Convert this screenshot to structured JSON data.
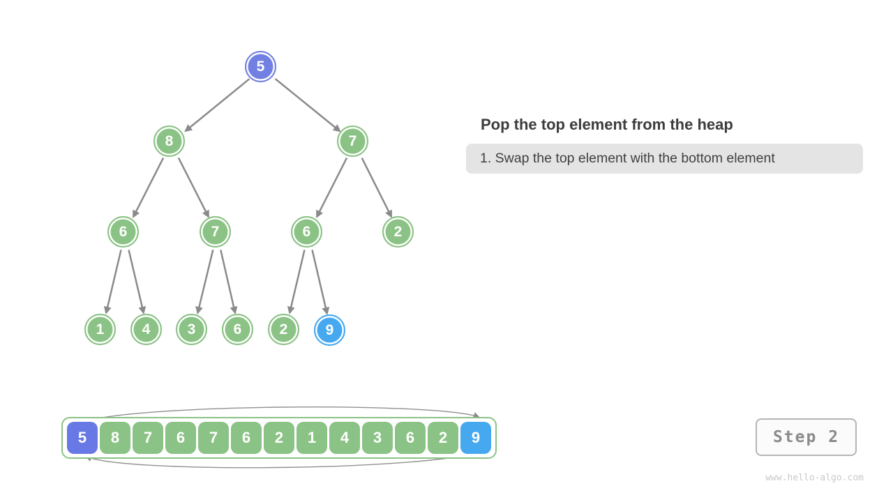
{
  "header": {
    "title": "Pop the top element from the heap",
    "caption": "1. Swap the top element with the bottom element"
  },
  "step": {
    "label": "Step 2"
  },
  "watermark": "www.hello-algo.com",
  "colors": {
    "node_green": "#8BC285",
    "node_purple": "#7180E2",
    "node_blue": "#46A9F0",
    "array_purple": "#6879E5",
    "edge_gray": "#8A8A8A",
    "swap_arc_gray": "#909090",
    "caption_bg": "#E4E4E4",
    "title_text": "#3C3C3C",
    "step_text": "#8A8A8A",
    "watermark_text": "#C9C9C9"
  },
  "tree": {
    "nodes": [
      {
        "value": "5",
        "variant": "purple"
      },
      {
        "value": "8",
        "variant": "green"
      },
      {
        "value": "7",
        "variant": "green"
      },
      {
        "value": "6",
        "variant": "green"
      },
      {
        "value": "7",
        "variant": "green"
      },
      {
        "value": "6",
        "variant": "green"
      },
      {
        "value": "2",
        "variant": "green"
      },
      {
        "value": "1",
        "variant": "green"
      },
      {
        "value": "4",
        "variant": "green"
      },
      {
        "value": "3",
        "variant": "green"
      },
      {
        "value": "6",
        "variant": "green"
      },
      {
        "value": "2",
        "variant": "green"
      },
      {
        "value": "9",
        "variant": "blue"
      }
    ],
    "edges": [
      [
        0,
        1
      ],
      [
        0,
        2
      ],
      [
        1,
        3
      ],
      [
        1,
        4
      ],
      [
        2,
        5
      ],
      [
        2,
        6
      ],
      [
        3,
        7
      ],
      [
        3,
        8
      ],
      [
        4,
        9
      ],
      [
        4,
        10
      ],
      [
        5,
        11
      ],
      [
        5,
        12
      ]
    ]
  },
  "array": {
    "cells": [
      {
        "value": "5",
        "variant": "purple"
      },
      {
        "value": "8",
        "variant": "green"
      },
      {
        "value": "7",
        "variant": "green"
      },
      {
        "value": "6",
        "variant": "green"
      },
      {
        "value": "7",
        "variant": "green"
      },
      {
        "value": "6",
        "variant": "green"
      },
      {
        "value": "2",
        "variant": "green"
      },
      {
        "value": "1",
        "variant": "green"
      },
      {
        "value": "4",
        "variant": "green"
      },
      {
        "value": "3",
        "variant": "green"
      },
      {
        "value": "6",
        "variant": "green"
      },
      {
        "value": "2",
        "variant": "green"
      },
      {
        "value": "9",
        "variant": "blue"
      }
    ]
  }
}
